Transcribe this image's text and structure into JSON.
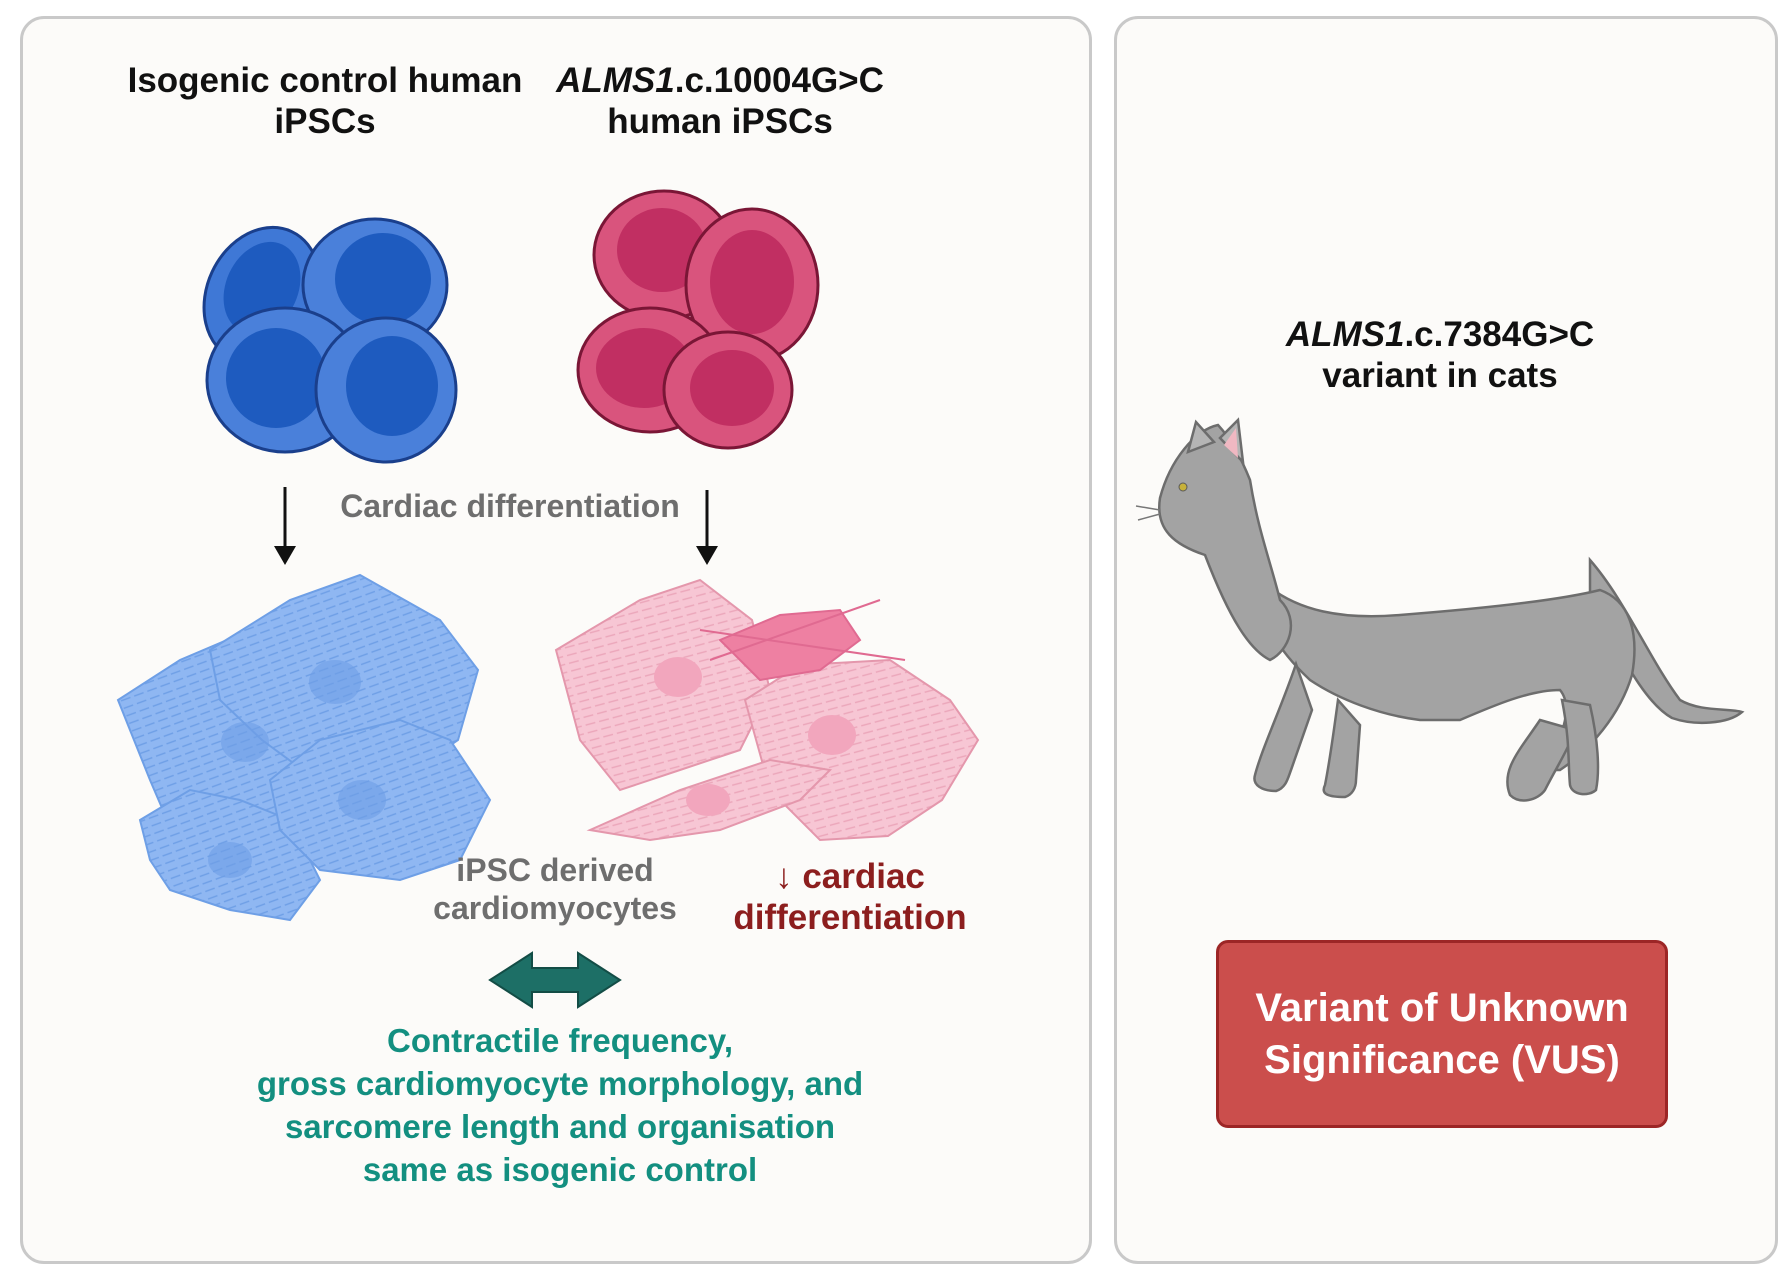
{
  "left_panel": {
    "control_title": {
      "line1": "Isogenic control human",
      "line2": "iPSCs"
    },
    "variant_title": {
      "gene": "ALMS1",
      "variant": ".c.10004G>C",
      "line2": "human iPSCs"
    },
    "process_label": "Cardiac differentiation",
    "derived_label": {
      "line1": "iPSC derived",
      "line2": "cardiomyocytes"
    },
    "reduced_label": {
      "arrow": "↓",
      "line1": "cardiac",
      "line2": "differentiation"
    },
    "comparison_text": {
      "line1": "Contractile frequency,",
      "line2": "gross cardiomyocyte morphology, and",
      "line3": "sarcomere length and organisation",
      "line4": "same as isogenic control"
    }
  },
  "right_panel": {
    "cat_title": {
      "gene": "ALMS1",
      "variant": ".c.7384G>C",
      "line2": "variant in cats"
    },
    "vus_box": {
      "line1": "Variant of Unknown",
      "line2": "Significance (VUS)"
    }
  },
  "colors": {
    "blue_cell": "#3f78d6",
    "blue_nucleus": "#1e5bbf",
    "pink_cell": "#d9547d",
    "pink_nucleus": "#c12f62",
    "teal": "#138f80",
    "red_text": "#8c1e1e",
    "vus_fill": "#cb4e4c",
    "cat": "#a3a3a3"
  }
}
